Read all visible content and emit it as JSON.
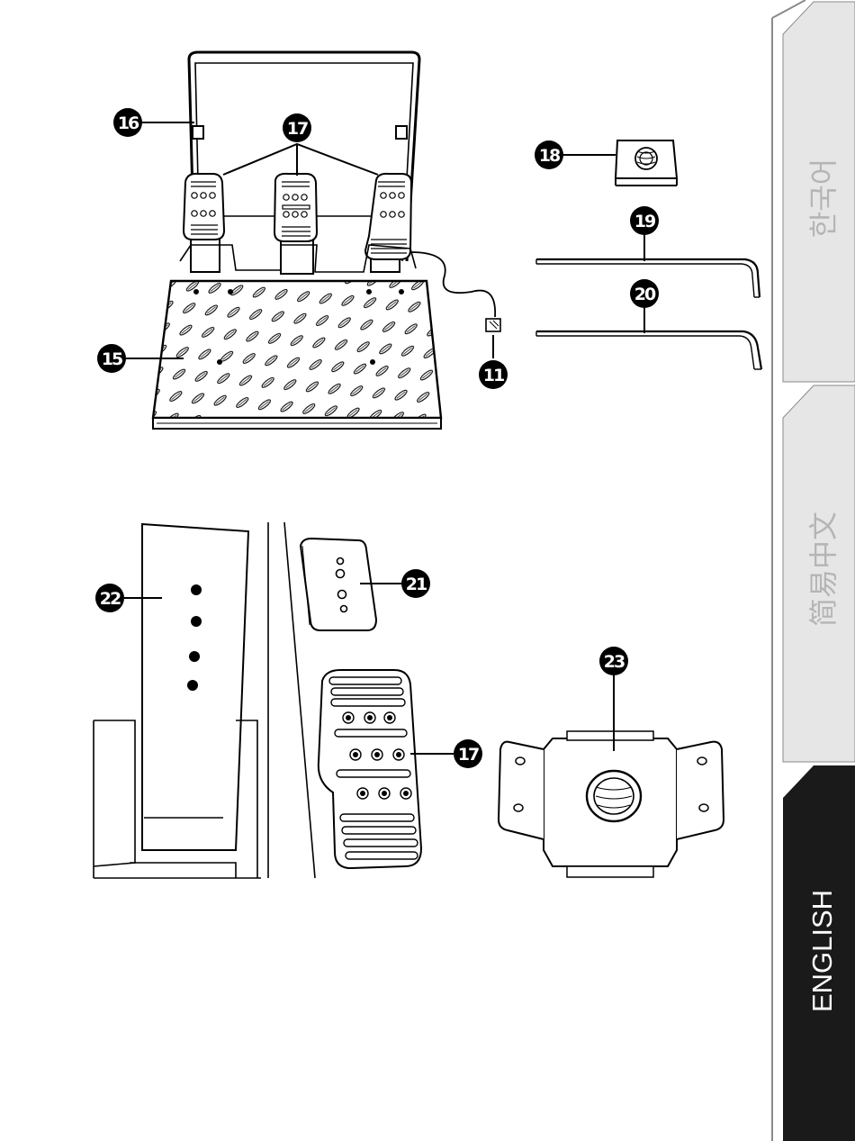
{
  "callouts": {
    "c15": "15",
    "c16": "16",
    "c17a": "17",
    "c18": "18",
    "c19": "19",
    "c20": "20",
    "c11": "11",
    "c22": "22",
    "c21": "21",
    "c17b": "17",
    "c23": "23"
  },
  "language_tabs": [
    {
      "label": "한국어",
      "active": false
    },
    {
      "label": "简易中文",
      "active": false
    },
    {
      "label": "ENGLISH",
      "active": true
    }
  ],
  "colors": {
    "ink": "#000000",
    "tab_inactive": "#e6e6e6",
    "tab_inactive_text": "#b5b5b5",
    "tab_active": "#1a1a1a",
    "tab_separator": "#8a8a8a",
    "page": "#ffffff"
  }
}
